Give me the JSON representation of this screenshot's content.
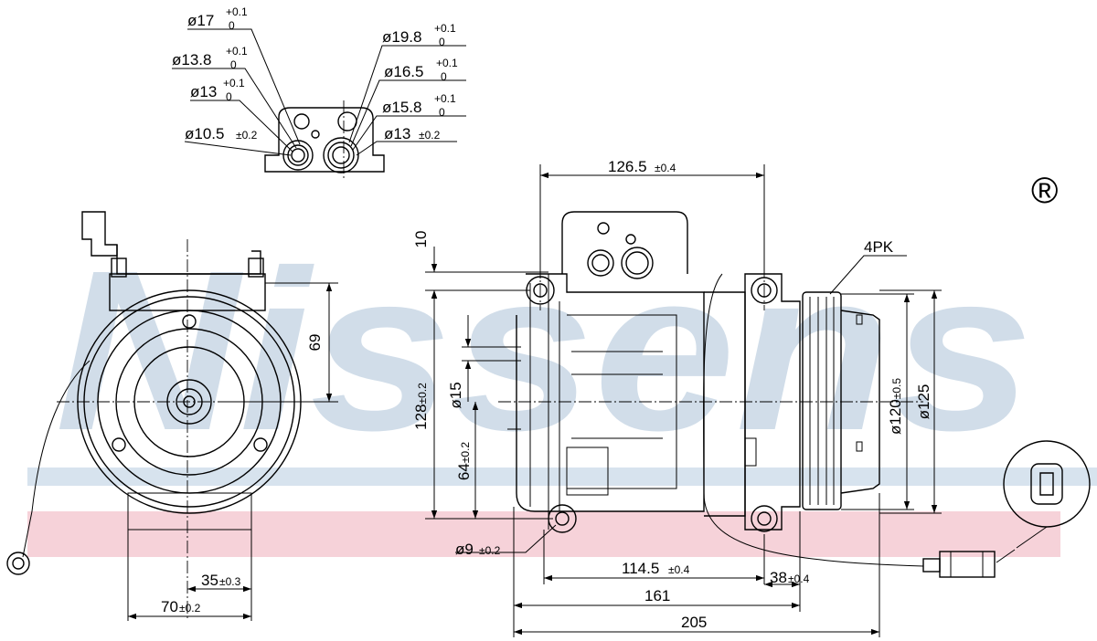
{
  "watermark": {
    "brand": "Nissens",
    "registered_mark": "®",
    "colors": {
      "band_blue": "#c9d8e6",
      "band_pink": "#f6d2d9"
    }
  },
  "connector_dims": {
    "left": [
      {
        "value": "ø17",
        "tol_upper": "+0.1",
        "tol_lower": "0"
      },
      {
        "value": "ø13.8",
        "tol_upper": "+0.1",
        "tol_lower": "0"
      },
      {
        "value": "ø13",
        "tol_upper": "+0.1",
        "tol_lower": "0"
      },
      {
        "value": "ø10.5",
        "tol": "±0.2"
      }
    ],
    "right": [
      {
        "value": "ø19.8",
        "tol_upper": "+0.1",
        "tol_lower": "0"
      },
      {
        "value": "ø16.5",
        "tol_upper": "+0.1",
        "tol_lower": "0"
      },
      {
        "value": "ø15.8",
        "tol_upper": "+0.1",
        "tol_lower": "0"
      },
      {
        "value": "ø13",
        "tol": "±0.2"
      }
    ]
  },
  "front_view_dims": {
    "height_69": "69",
    "dist_35": {
      "value": "35",
      "tol": "±0.3"
    },
    "width_70": {
      "value": "70",
      "tol": "±0.2"
    }
  },
  "side_view_dims": {
    "top_126": {
      "value": "126.5",
      "tol": "±0.4"
    },
    "v_10": "10",
    "v_128": {
      "value": "128",
      "tol": "±0.2"
    },
    "v_15": "ø15",
    "v_64": {
      "value": "64",
      "tol": "±0.2"
    },
    "hole_9": {
      "value": "ø9",
      "tol": "±0.2"
    },
    "h_114": {
      "value": "114.5",
      "tol": "±0.4"
    },
    "h_38": {
      "value": "38",
      "tol": "±0.4"
    },
    "h_161": "161",
    "h_205": "205",
    "belt": "4PK",
    "pulley_120": {
      "value": "ø120",
      "tol": "±0.5"
    },
    "pulley_125": "ø125"
  }
}
